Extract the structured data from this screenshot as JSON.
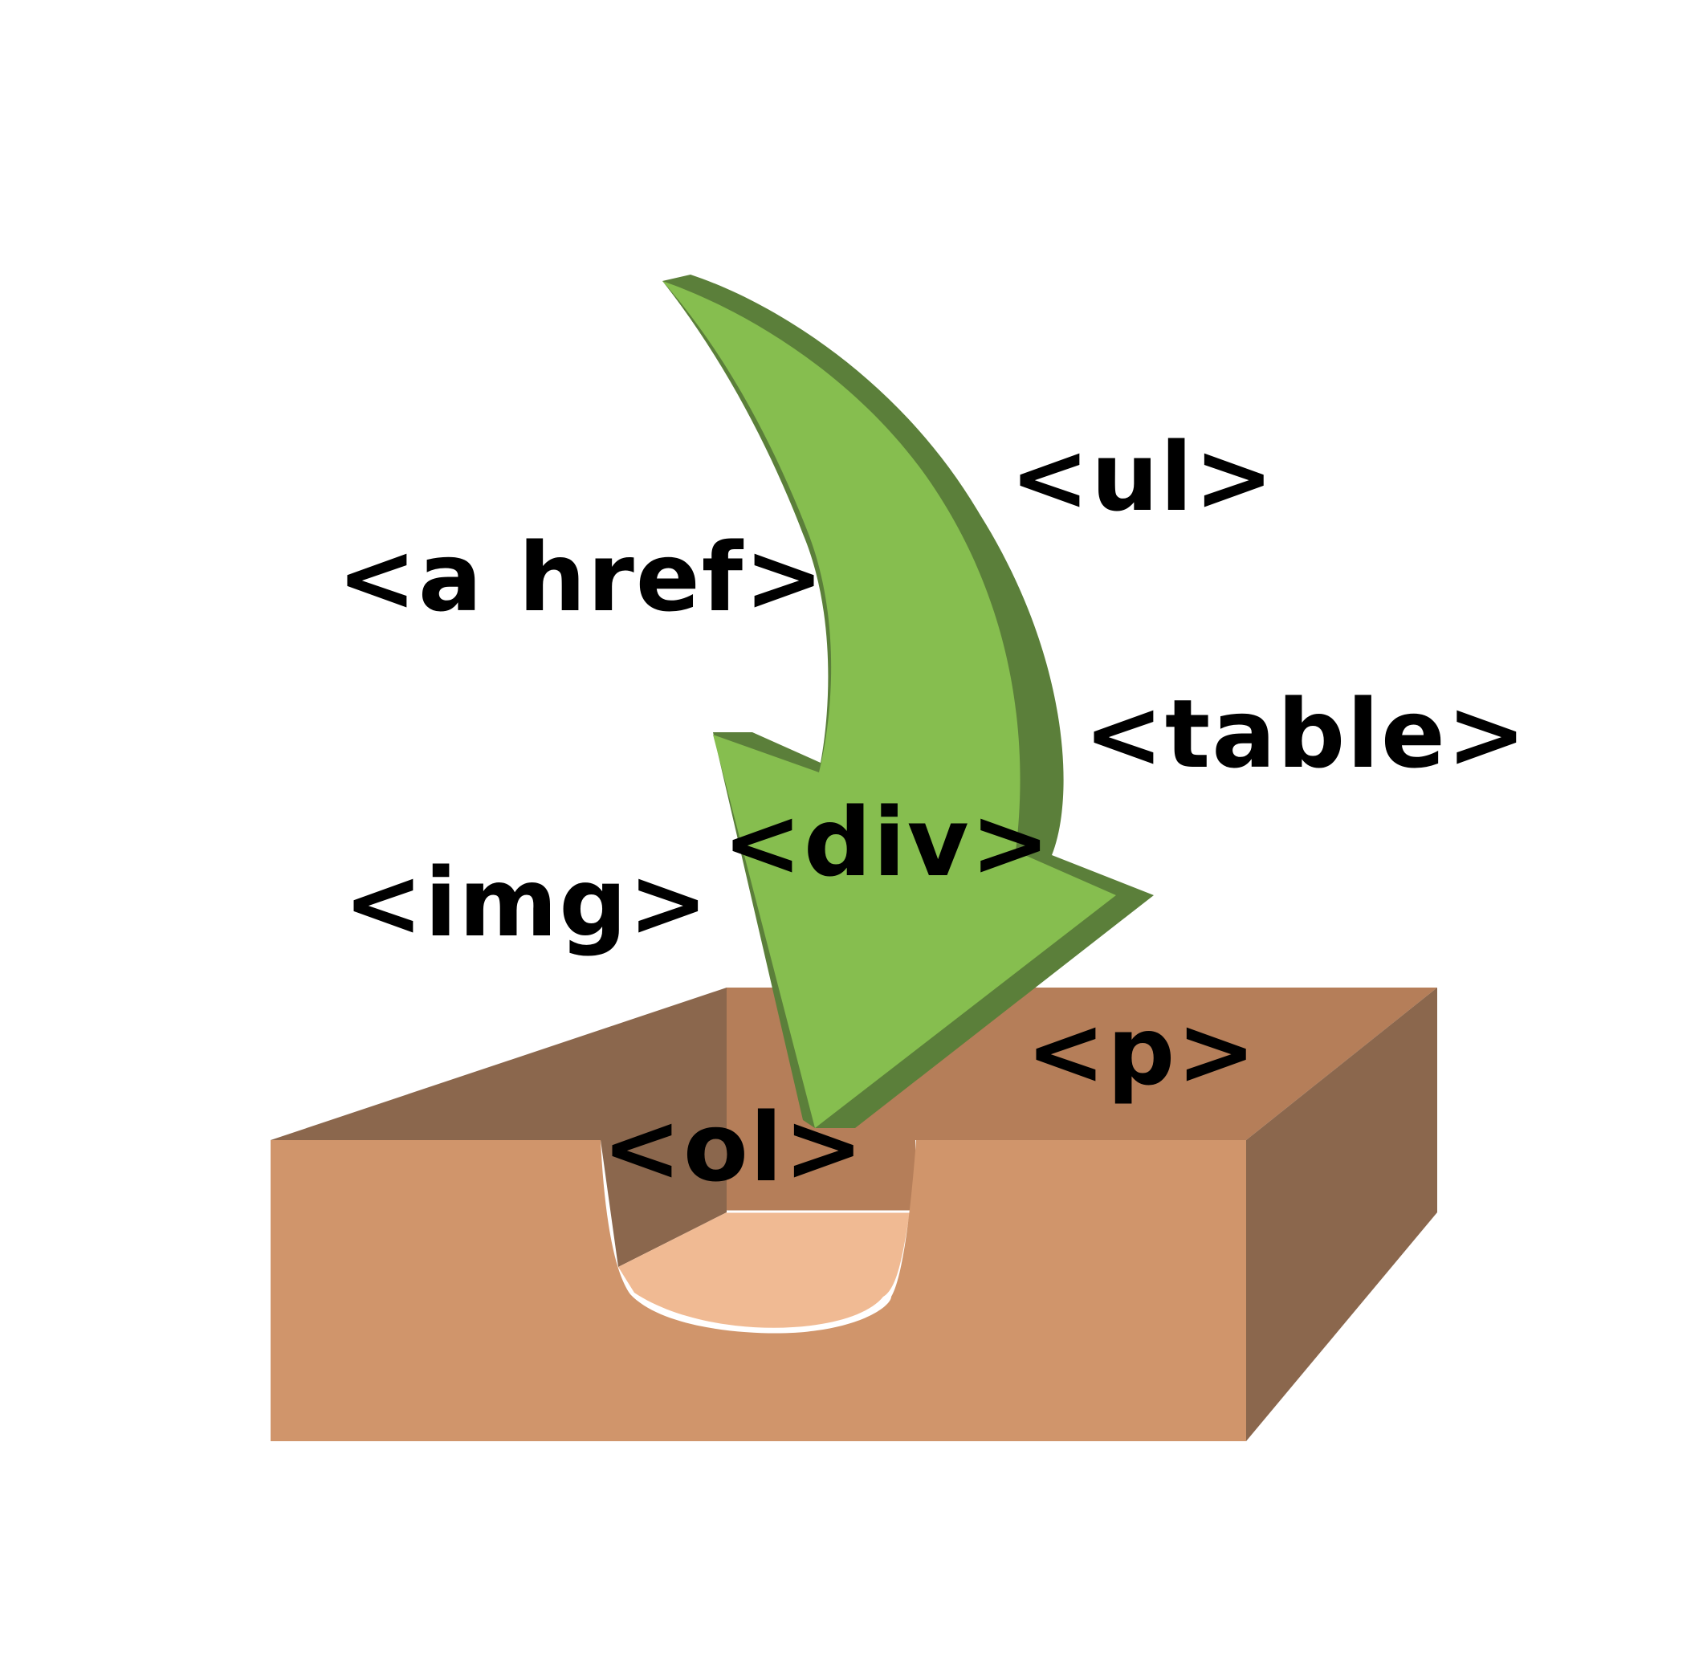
{
  "labels": {
    "a_href": "<a href>",
    "ul": "<ul>",
    "table": "<table>",
    "div": "<div>",
    "img": "<img>",
    "p": "<p>",
    "ol": "<ol>"
  },
  "colors": {
    "arrow_light": "#86BE4F",
    "arrow_dark": "#5B7F3A",
    "box_front": "#D0956B",
    "box_back_wall": "#B57E59",
    "box_side": "#8B674D",
    "hole_floor": "#F0BA93",
    "text": "#000000",
    "background": "#FFFFFF"
  }
}
